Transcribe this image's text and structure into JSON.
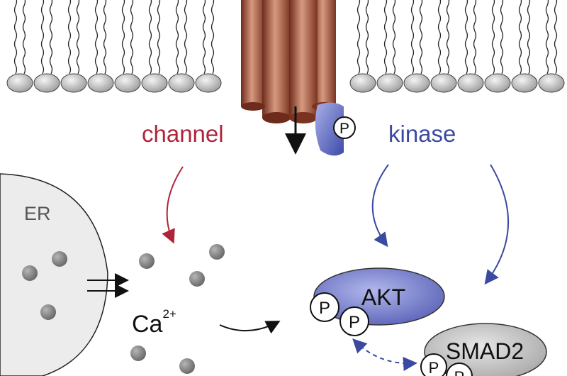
{
  "labels": {
    "channel": "channel",
    "kinase": "kinase",
    "er": "ER",
    "ca_base": "Ca",
    "ca_sup": "2+",
    "akt": "AKT",
    "smad2": "SMAD2",
    "phospho": "P"
  },
  "colors": {
    "channel_accent": "#b0243a",
    "kinase_accent": "#3a4aa0",
    "lipid_head": "#c4c4c4",
    "channel_body": "#a65a3f",
    "akt_fill": "#7f86cc",
    "smad_fill": "#c9c9c9",
    "er_fill": "#ececec",
    "ion_fill": "#8a8a8a"
  },
  "icons": {
    "lipid": "lipid-bilayer-icon",
    "channel": "ion-channel-icon",
    "phosphate": "phosphate-circle-icon"
  }
}
